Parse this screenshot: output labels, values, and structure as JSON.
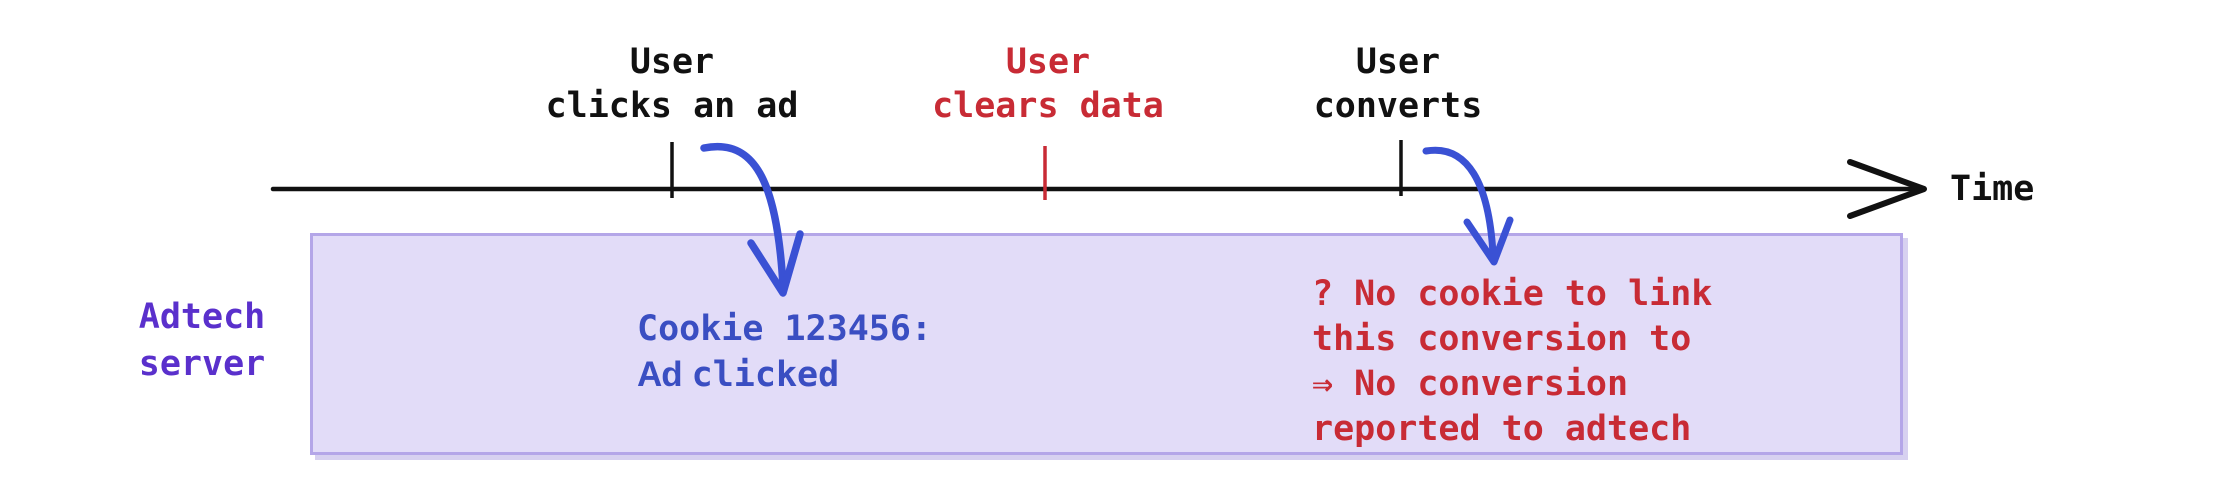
{
  "timeline": {
    "axis_label": "Time",
    "events": [
      {
        "line1": "User",
        "line2": "clicks an ad",
        "color": "#111111"
      },
      {
        "line1": "User",
        "line2": "clears data",
        "color": "#C82B35"
      },
      {
        "line1": "User",
        "line2": "converts",
        "color": "#111111"
      }
    ]
  },
  "adtech_lane": {
    "label_line1": "Adtech",
    "label_line2": "server"
  },
  "box_notes": {
    "cookie": {
      "line1": "Cookie 123456:",
      "line2_part1": "Ad",
      "line2_part2": "clicked"
    },
    "no_cookie": {
      "lines": [
        "? No cookie to link",
        "this conversion to",
        "⇒ No conversion",
        "reported to adtech"
      ]
    }
  },
  "colors": {
    "event_default": "#111111",
    "event_cleared_red": "#C82B35",
    "note_blue": "#3A4EC2",
    "arrow_blue": "#3A51D4",
    "lane_purple": "#5A30CC",
    "box_fill": "#E2DCF8",
    "box_border": "#B4A6E8"
  }
}
